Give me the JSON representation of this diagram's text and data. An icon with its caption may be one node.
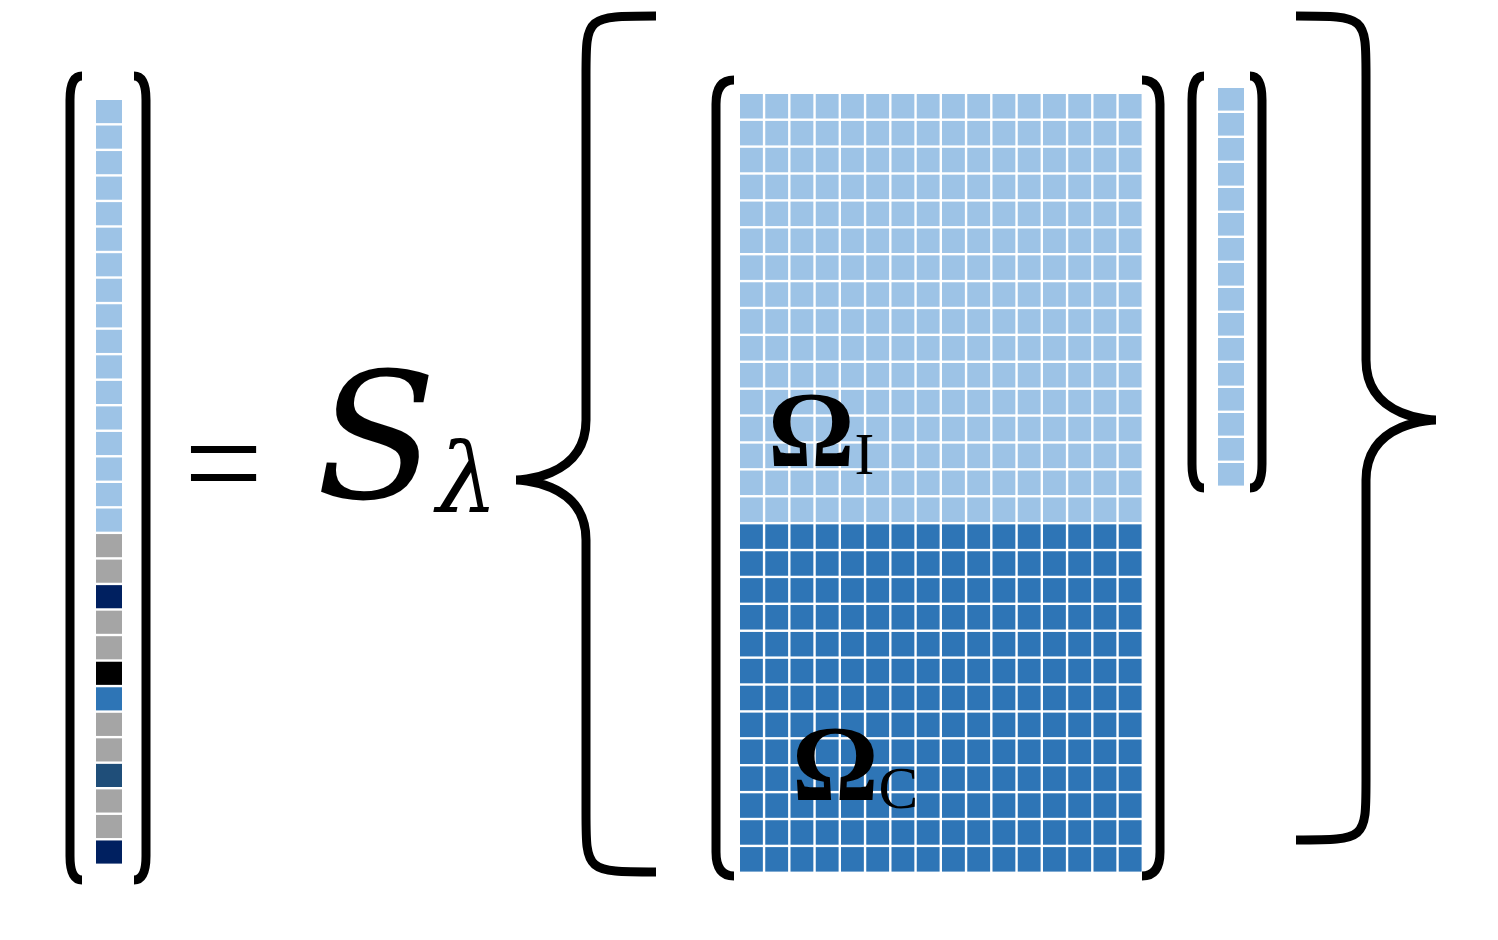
{
  "diagram": {
    "labels": [
      "=",
      "S$_{λ}$",
      "**Ω**$_{I}$",
      "**Ω**$_{C}$"
    ]
  }
}
